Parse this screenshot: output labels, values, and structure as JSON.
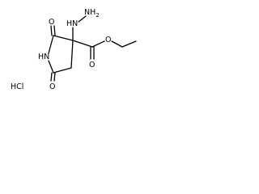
{
  "molecule": {
    "labels": {
      "hydrazino": "HN",
      "hydrazino_nh2": "NH",
      "hydrazino_nh2_subscript": "2",
      "ring_o_top": "O",
      "ring_o_bottom": "O",
      "ring_nh": "HN",
      "ester_o_carbonyl": "O",
      "ester_o_single": "O",
      "salt": "HCl"
    }
  }
}
